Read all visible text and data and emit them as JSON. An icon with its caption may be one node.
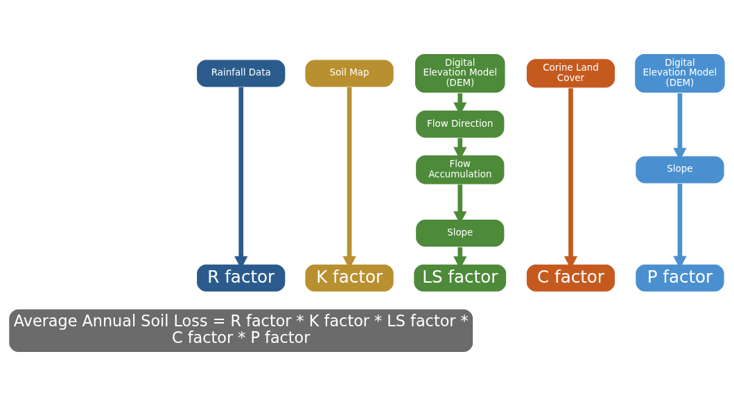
{
  "diagram": {
    "nodes": [
      {
        "text": [
          "Rainfall Data"
        ]
      },
      {
        "text": [
          "Soil Map"
        ]
      },
      {
        "text": [
          "Digital Elevation Model (DEM)"
        ]
      },
      {
        "text": [
          "Corine Land Cover"
        ]
      },
      {
        "text": [
          "Digital Elevation Model (DEM)"
        ]
      },
      {
        "text": [
          "Flow Direction"
        ]
      },
      {
        "text": [
          "Flow Accumulation"
        ]
      },
      {
        "text": [
          "Slope"
        ]
      },
      {
        "text": [
          "Slope"
        ]
      },
      {
        "text": [
          "R factor"
        ]
      },
      {
        "text": [
          "K factor"
        ]
      },
      {
        "text": [
          "LS factor"
        ]
      },
      {
        "text": [
          "C factor"
        ]
      },
      {
        "text": [
          "P factor"
        ]
      },
      {
        "text": [
          "Average Annual Soil Loss = R factor * K factor * LS factor * C factor * P factor"
        ]
      }
    ],
    "edges": [
      {
        "from": 0,
        "to": 9,
        "arrow": "to",
        "color": "#2a5b8c"
      },
      {
        "from": 1,
        "to": 10,
        "arrow": "to",
        "color": "#b8902f"
      },
      {
        "from": 2,
        "to": 5,
        "arrow": "to"
      },
      {
        "from": 5,
        "to": 6,
        "arrow": "to"
      },
      {
        "from": 6,
        "to": 7,
        "arrow": "to"
      },
      {
        "from": 7,
        "to": 11,
        "arrow": "to"
      },
      {
        "from": 3,
        "to": 12,
        "arrow": "to",
        "color": "#c55a1f"
      },
      {
        "from": 4,
        "to": 8,
        "arrow": "to",
        "color": "#4a90d0"
      },
      {
        "from": 8,
        "to": 13,
        "arrow": "to",
        "color": "#4a90d0"
      }
    ]
  }
}
